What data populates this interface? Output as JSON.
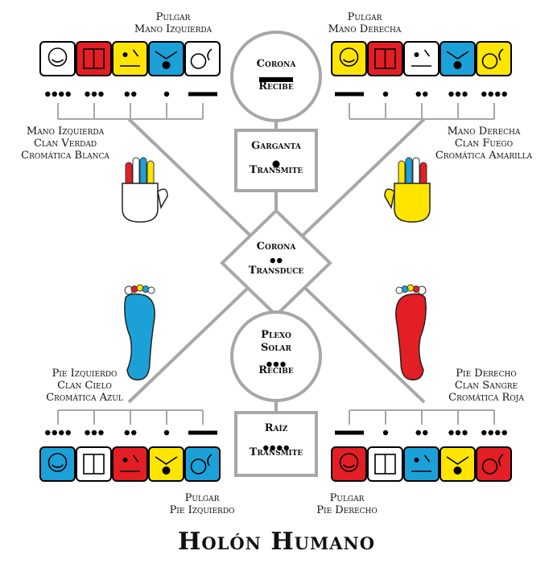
{
  "title": "Holón Humano",
  "colors": {
    "red": "#e31e24",
    "white": "#ffffff",
    "blue": "#1ba1d8",
    "yellow": "#ffe500",
    "gray": "#a7a7a7",
    "black": "#000000"
  },
  "top_left": {
    "header": [
      "Pulgar",
      "Mano Izquierda"
    ],
    "label": [
      "Mano Izquierda",
      "Clan Verdad",
      "Cromática Blanca"
    ],
    "glyph_colors": [
      "white",
      "red",
      "yellow",
      "blue",
      "white"
    ],
    "numbers": [
      4,
      3,
      2,
      1,
      5
    ],
    "icon": "left-hand-icon"
  },
  "top_right": {
    "header": [
      "Pulgar",
      "Mano Derecha"
    ],
    "label": [
      "Mano Derecha",
      "Clan Fuego",
      "Cromática Amarilla"
    ],
    "glyph_colors": [
      "yellow",
      "red",
      "white",
      "blue",
      "yellow"
    ],
    "numbers": [
      5,
      1,
      2,
      3,
      4
    ],
    "icon": "right-hand-icon"
  },
  "bottom_left": {
    "header": [
      "Pulgar",
      "Pie Izquierdo"
    ],
    "label": [
      "Pie Izquierdo",
      "Clan Cielo",
      "Cromática Azul"
    ],
    "glyph_colors": [
      "blue",
      "white",
      "red",
      "yellow",
      "blue"
    ],
    "numbers": [
      4,
      3,
      2,
      1,
      5
    ],
    "icon": "left-foot-icon"
  },
  "bottom_right": {
    "header": [
      "Pulgar",
      "Pie Derecho"
    ],
    "label": [
      "Pie Derecho",
      "Clan Sangre",
      "Cromática Roja"
    ],
    "glyph_colors": [
      "red",
      "white",
      "blue",
      "yellow",
      "red"
    ],
    "numbers": [
      5,
      1,
      2,
      3,
      4
    ],
    "icon": "right-foot-icon"
  },
  "center": {
    "corona_top": {
      "line1": "Corona",
      "line2": "Recibe",
      "number": 5
    },
    "garganta": {
      "line1": "Garganta",
      "line2": "Transmite",
      "number": 1
    },
    "corona_mid": {
      "line1": "Corona",
      "line2": "Transduce",
      "number": 2
    },
    "plexo": {
      "line1": "Plexo",
      "line1b": "Solar",
      "line2": "Recibe",
      "number": 3
    },
    "raiz": {
      "line1": "Raíz",
      "line2": "Transmite",
      "number": 4
    }
  }
}
